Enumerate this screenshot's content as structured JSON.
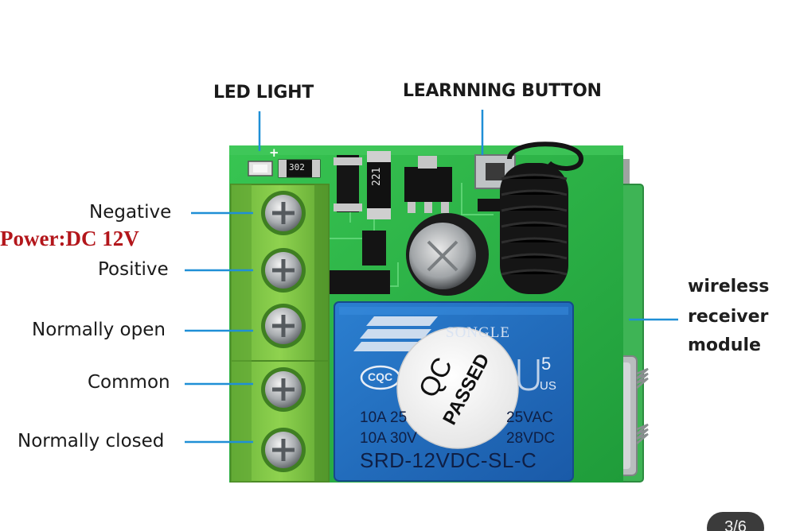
{
  "labels": {
    "led_light": "LED LIGHT",
    "learning_button": "LEARNNING BUTTON",
    "negative": "Negative",
    "power": "Power:DC 12V",
    "positive": "Positive",
    "normally_open": "Normally open",
    "common": "Common",
    "normally_closed": "Normally closed",
    "wireless_receiver_module": [
      "wireless",
      "receiver",
      "module"
    ]
  },
  "board_markings": {
    "led_polarity": "+",
    "resistor_302": "302",
    "resistor_221": "221"
  },
  "relay": {
    "brand": "SONGLE",
    "certification": "CQC",
    "qc_sticker_line1": "QC",
    "qc_sticker_line2": "PASSED",
    "pin_number": "5",
    "region_mark": "US",
    "rating_ac_current": "10A 25",
    "rating_ac_voltage": "25VAC",
    "rating_dc_current": "10A 30V",
    "rating_dc_voltage": "28VDC",
    "model": "SRD-12VDC-SL-C"
  },
  "pager": {
    "text": "3/6"
  },
  "colors": {
    "pcb_green": "#2fb54a",
    "terminal_green": "#7cc142",
    "relay_blue": "#1f6fc0",
    "callout_line": "#1f8fd6",
    "power_red": "#b3161b"
  }
}
